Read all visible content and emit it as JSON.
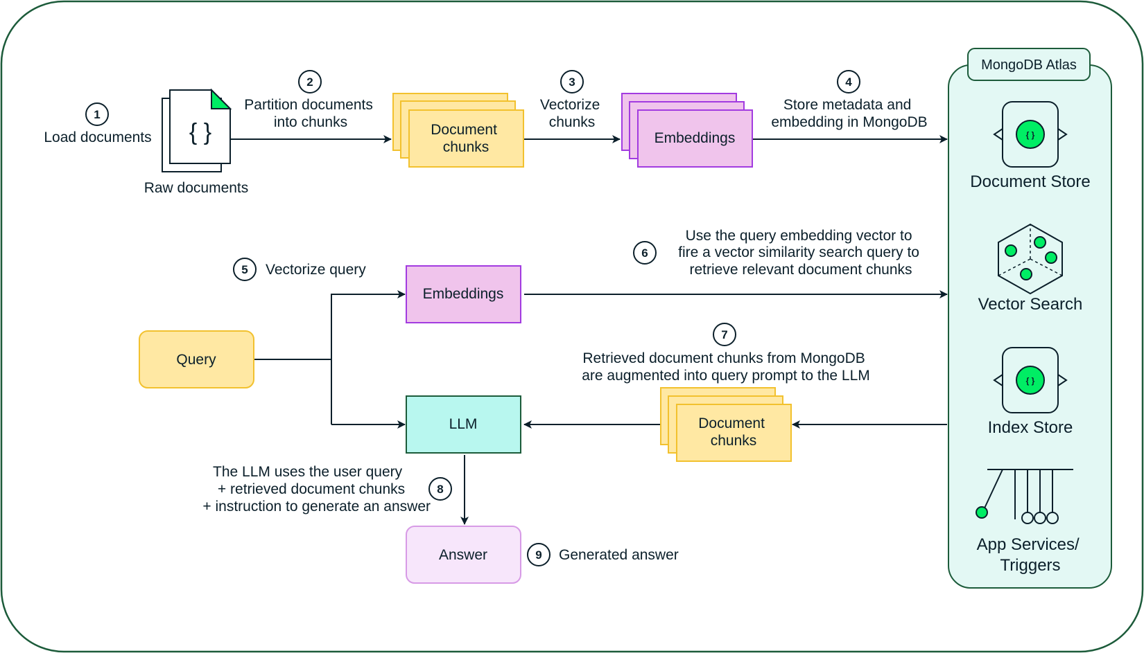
{
  "atlas": {
    "title": "MongoDB Atlas",
    "components": [
      {
        "label_lines": [
          "Document Store"
        ],
        "icon": "document-store-icon"
      },
      {
        "label_lines": [
          "Vector Search"
        ],
        "icon": "vector-search-icon"
      },
      {
        "label_lines": [
          "Index Store"
        ],
        "icon": "index-store-icon"
      },
      {
        "label_lines": [
          "App Services/",
          "Triggers"
        ],
        "icon": "triggers-icon"
      }
    ]
  },
  "steps": [
    {
      "num": "1",
      "lines": [
        "Load documents"
      ]
    },
    {
      "num": "2",
      "lines": [
        "Partition documents",
        "into chunks"
      ]
    },
    {
      "num": "3",
      "lines": [
        "Vectorize",
        "chunks"
      ]
    },
    {
      "num": "4",
      "lines": [
        "Store metadata and",
        "embedding in MongoDB"
      ]
    },
    {
      "num": "5",
      "lines": [
        "Vectorize query"
      ]
    },
    {
      "num": "6",
      "lines": [
        "Use the query embedding vector to",
        "fire a vector similarity search query to",
        "retrieve relevant document chunks"
      ]
    },
    {
      "num": "7",
      "lines": [
        "Retrieved document chunks from MongoDB",
        "are augmented into query prompt to the LLM"
      ]
    },
    {
      "num": "8",
      "lines": [
        "The LLM uses the user query",
        "+ retrieved document chunks",
        "+ instruction to generate an answer"
      ]
    },
    {
      "num": "9",
      "lines": [
        "Generated answer"
      ]
    }
  ],
  "nodes": {
    "raw_documents": {
      "label": "Raw documents",
      "icon_glyph": "{ }"
    },
    "document_chunks_top": {
      "lines": [
        "Document",
        "chunks"
      ]
    },
    "embeddings_top": {
      "lines": [
        "Embeddings"
      ]
    },
    "query": {
      "lines": [
        "Query"
      ]
    },
    "embeddings_query": {
      "lines": [
        "Embeddings"
      ]
    },
    "llm": {
      "lines": [
        "LLM"
      ]
    },
    "document_chunks_bottom": {
      "lines": [
        "Document",
        "chunks"
      ]
    },
    "answer": {
      "lines": [
        "Answer"
      ]
    }
  },
  "colors": {
    "ink": "#0b1f2a",
    "frame": "#1c5b3a",
    "chunk_fill": "#ffe8a3",
    "chunk_stroke": "#f2c12e",
    "embed_fill": "#f0c4ec",
    "embed_stroke": "#a23be0",
    "llm_fill": "#b8f7ef",
    "llm_stroke": "#1c5b3a",
    "answer_fill": "#f7e6fb",
    "answer_stroke": "#d79ae6",
    "atlas_fill": "#e3f8f4",
    "atlas_stroke": "#1c5b3a",
    "accent_green": "#00ed64",
    "doc_corner": "#00ed64"
  }
}
